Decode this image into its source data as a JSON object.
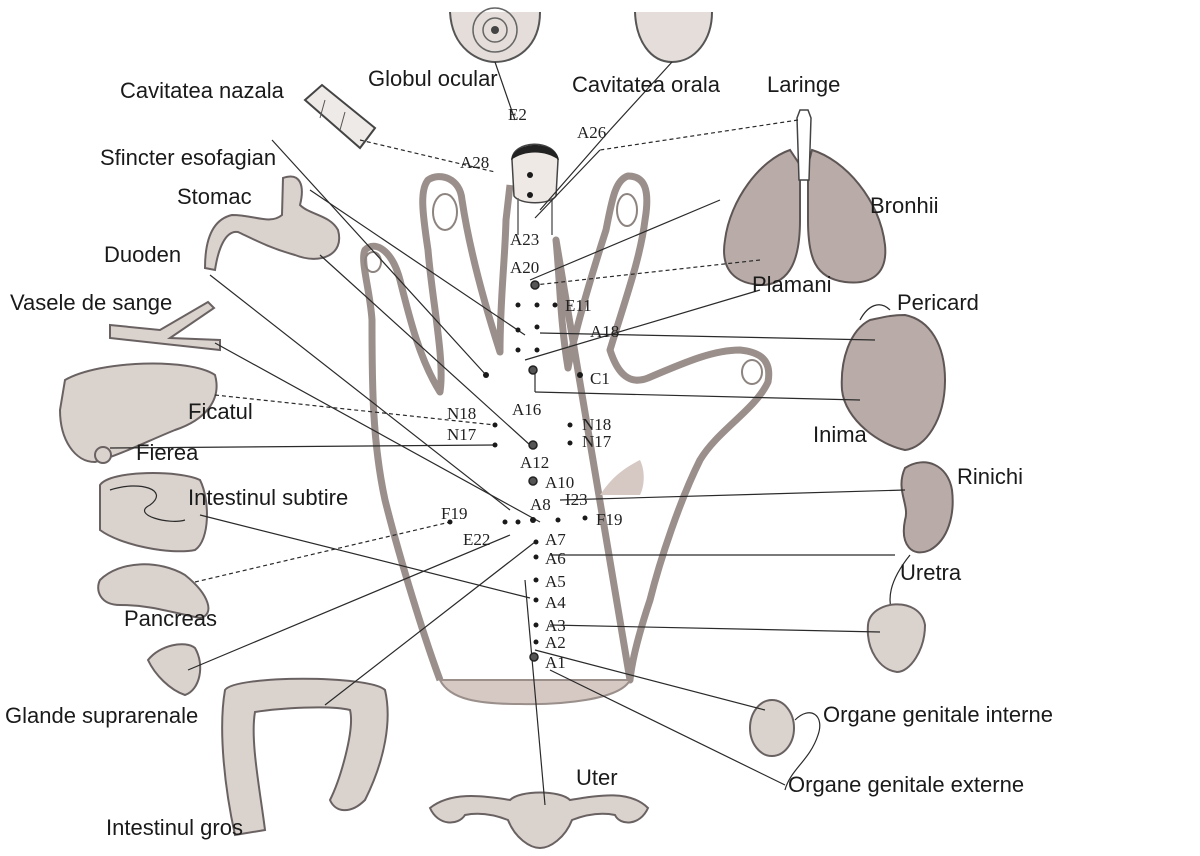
{
  "organ_labels": {
    "globul_ocular": "Globul ocular",
    "cavitatea_orala": "Cavitatea orala",
    "laringe": "Laringe",
    "cavitatea_nazala": "Cavitatea nazala",
    "sfincter": "Sfincter esofagian",
    "stomac": "Stomac",
    "duoden": "Duoden",
    "vasele": "Vasele de sange",
    "ficatul": "Ficatul",
    "fierea": "Fierea",
    "intestinul_subtire": "Intestinul subtire",
    "pancreas": "Pancreas",
    "glande": "Glande suprarenale",
    "intestinul_gros": "Intestinul gros",
    "uter": "Uter",
    "bronhii": "Bronhii",
    "plamani": "Plamani",
    "pericard": "Pericard",
    "inima": "Inima",
    "rinichi": "Rinichi",
    "uretra": "Uretra",
    "genitale_interne": "Organe genitale interne",
    "genitale_externe": "Organe genitale externe"
  },
  "points": {
    "E2": "E2",
    "A26": "A26",
    "A28": "A28",
    "A23": "A23",
    "A20": "A20",
    "E11": "E11",
    "A18": "A18",
    "C1": "C1",
    "A16": "A16",
    "N18_left": "N18",
    "N17_left": "N17",
    "N18_right": "N18",
    "N17_right": "N17",
    "A12": "A12",
    "A10": "A10",
    "A8": "A8",
    "I23": "I23",
    "F19_left": "F19",
    "F19_right": "F19",
    "E22": "E22",
    "A7": "A7",
    "A6": "A6",
    "A5": "A5",
    "A4": "A4",
    "A3": "A3",
    "A2": "A2",
    "A1": "A1"
  }
}
